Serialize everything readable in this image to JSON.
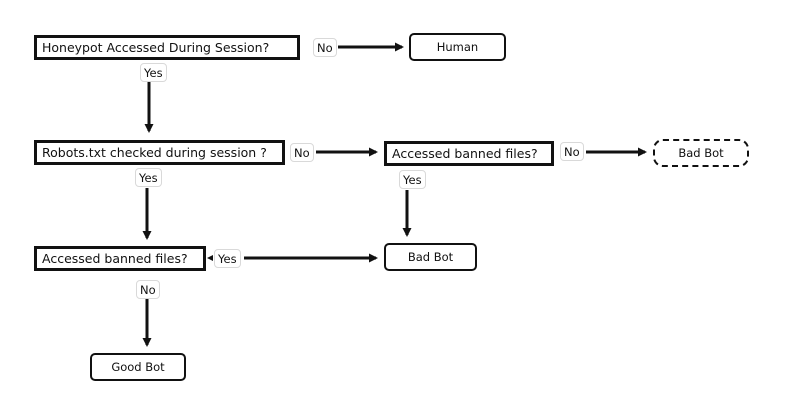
{
  "nodes": {
    "honeypot": "Honeypot Accessed During Session?",
    "human": "Human",
    "robots": "Robots.txt checked during session ?",
    "banned_right": "Accessed banned files?",
    "bad_bot_dashed": "Bad Bot",
    "banned_left": "Accessed banned files?",
    "bad_bot": "Bad Bot",
    "good_bot": "Good Bot"
  },
  "edges": {
    "honeypot_no": "No",
    "honeypot_yes": "Yes",
    "robots_no": "No",
    "robots_yes": "Yes",
    "banned_right_no": "No",
    "banned_right_yes": "Yes",
    "banned_left_yes": "Yes",
    "banned_left_no": "No"
  },
  "colors": {
    "stroke": "#111111",
    "label_border": "#d9d9d9",
    "background": "#ffffff"
  }
}
